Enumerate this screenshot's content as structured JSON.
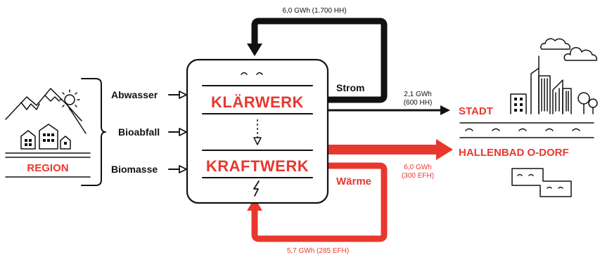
{
  "colors": {
    "accent_red": "#e8382e",
    "ink": "#111111",
    "background": "#ffffff"
  },
  "central": {
    "top_label": "KLÄRWERK",
    "bottom_label": "KRAFTWERK"
  },
  "inputs": [
    "Abwasser",
    "Bioabfall",
    "Biomasse"
  ],
  "region": {
    "label": "REGION"
  },
  "flows": {
    "strom_label": "Strom",
    "strom_loop_value": "6,0 GWh (1.700 HH)",
    "strom_out_value_line1": "2,1 GWh",
    "strom_out_value_line2": "(600 HH)",
    "waerme_label": "Wärme",
    "waerme_out_value_line1": "6,0 GWh",
    "waerme_out_value_line2": "(300 EFH)",
    "waerme_loop_value": "5,7 GWh (285 EFH)"
  },
  "destinations": {
    "stadt": "STADT",
    "hallenbad": "HALLENBAD O-DORF"
  },
  "icons": [
    "mountain-icon",
    "sun-icon",
    "house-icon",
    "water-wave-icon",
    "lightning-icon",
    "city-skyline-icon",
    "cloud-icon",
    "tree-icon",
    "swimming-pool-icon"
  ]
}
